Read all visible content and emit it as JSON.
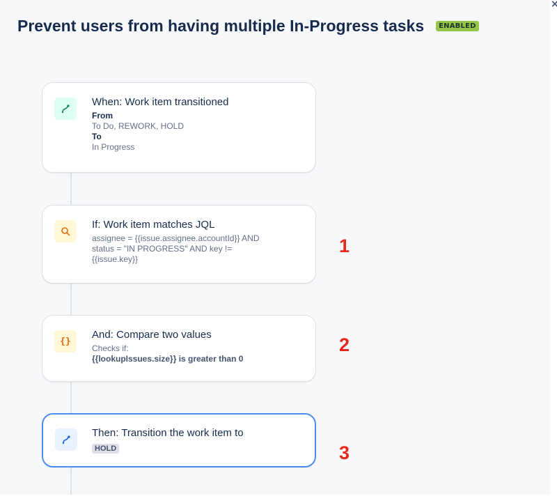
{
  "header": {
    "title": "Prevent users from having multiple In-Progress tasks",
    "status": "ENABLED"
  },
  "close_glyph": "×",
  "rules": [
    {
      "kind": "trigger",
      "title": "When: Work item transitioned",
      "from_label": "From",
      "from_value": "To Do, REWORK, HOLD",
      "to_label": "To",
      "to_value": "In Progress",
      "icon": "transition-icon",
      "icon_bg": "#dcfff1"
    },
    {
      "kind": "condition",
      "title": "If: Work item matches JQL",
      "detail_line1": "assignee = {{issue.assignee.accountId}} AND",
      "detail_line2": "status = \"IN PROGRESS\" AND key !=",
      "detail_line3": "{{issue.key}}",
      "icon": "search-icon",
      "icon_bg": "#fff7d6"
    },
    {
      "kind": "condition",
      "title": "And: Compare two values",
      "detail_label": "Checks if:",
      "detail_value": "{{lookupIssues.size}} is greater than 0",
      "icon": "braces-icon",
      "icon_bg": "#fff7d6"
    },
    {
      "kind": "action",
      "title": "Then: Transition the work item to",
      "status_value": "HOLD",
      "icon": "transition-icon",
      "icon_bg": "#e9f2ff"
    }
  ],
  "annotations": [
    "1",
    "2",
    "3"
  ],
  "colors": {
    "enabled_badge": "#94c748",
    "selected_border": "#4c8bf5",
    "annotation": "#e8281d"
  }
}
